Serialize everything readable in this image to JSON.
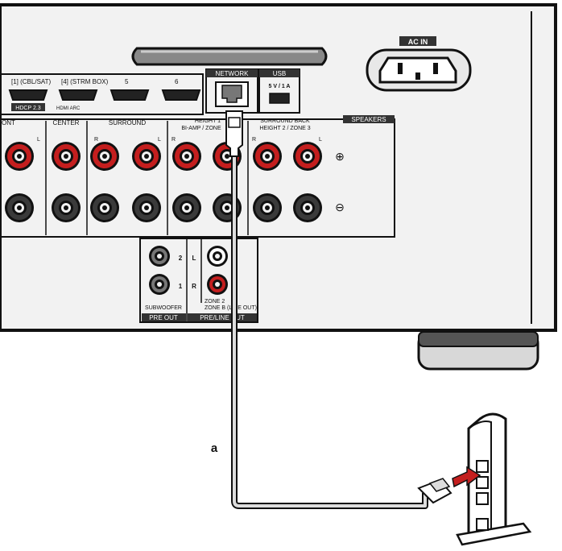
{
  "labels": {
    "ac_in": "AC IN",
    "hdmi_1": "[1] (CBL/SAT)",
    "hdmi_4": "[4] (STRM BOX)",
    "hdmi_5": "5",
    "hdmi_6": "6",
    "hdcp": "HDCP 2.3",
    "hdmi_sub": "HDMI ARC",
    "network": "NETWORK",
    "usb": "USB",
    "usb_rating": "5 V / 1 A",
    "front": "ONT",
    "center": "CENTER",
    "surround": "SURROUND",
    "height1": "HEIGHT 1",
    "height1_sub": "BI-AMP / ZONE",
    "surround_back": "SURROUND BACK",
    "surround_back_sub": "HEIGHT 2 / ZONE 3",
    "speakers": "SPEAKERS",
    "ch_r": "R",
    "ch_l": "L",
    "plus": "⊕",
    "minus": "⊖",
    "sw2": "2",
    "sw1": "1",
    "pre_l": "L",
    "pre_r": "R",
    "subwoofer": "SUBWOOFER",
    "zone2": "ZONE 2",
    "zone_b": "ZONE B (LINE OUT)",
    "pre_out": "PRE OUT",
    "pre_line_out": "PRE/LINE OUT",
    "cable": "a"
  },
  "colors": {
    "panel": "#f2f2f2",
    "outline": "#1a1a1a",
    "terminal_red": "#c41e1e",
    "terminal_dark": "#3a3a3a"
  }
}
